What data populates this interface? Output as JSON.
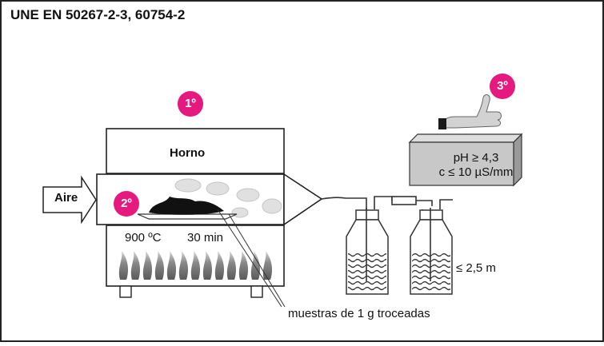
{
  "title": "UNE EN 50267-2-3, 60754-2",
  "furnace": {
    "label": "Horno",
    "temperature": "900 ºC",
    "time": "30 min"
  },
  "air_label": "Aire",
  "samples_label": "muestras de 1 g troceadas",
  "height_label": "≤ 2,5 m",
  "result_box": {
    "ph": "pH ≥ 4,3",
    "conductivity": "c ≤ 10 µS/mm"
  },
  "steps": [
    "1º",
    "2º",
    "3º"
  ],
  "colors": {
    "badge": "#e5197e",
    "result_box": "#c8c8c8",
    "frame": "#222222"
  },
  "icons": [
    "thumbs-up-icon",
    "flame-icon",
    "air-arrow-icon"
  ]
}
